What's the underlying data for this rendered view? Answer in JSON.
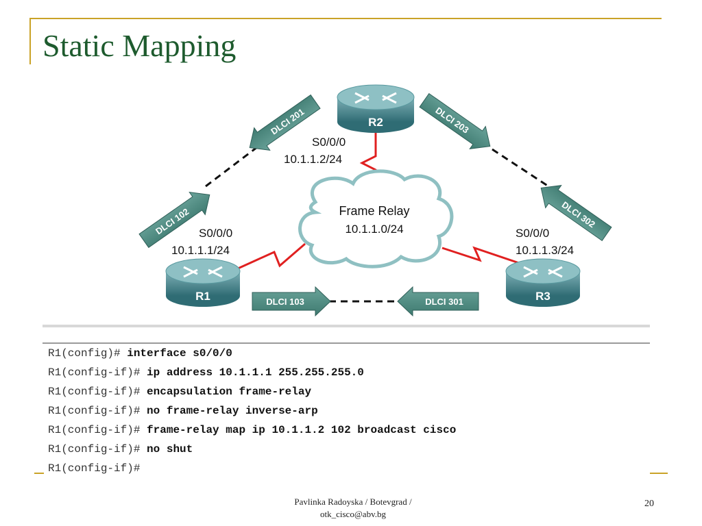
{
  "slide": {
    "title": "Static Mapping",
    "footer_line1": "Pavlinka Radoyska / Botevgrad /",
    "footer_line2": "otk_cisco@abv.bg",
    "page_number": "20"
  },
  "diagram": {
    "routers": {
      "r1": "R1",
      "r2": "R2",
      "r3": "R3"
    },
    "cloud": {
      "line1": "Frame Relay",
      "line2": "10.1.1.0/24"
    },
    "interfaces": {
      "r2_if": "S0/0/0",
      "r2_ip": "10.1.1.2/24",
      "r1_if": "S0/0/0",
      "r1_ip": "10.1.1.1/24",
      "r3_if": "S0/0/0",
      "r3_ip": "10.1.1.3/24"
    },
    "dlci": {
      "d201": "DLCI 201",
      "d102": "DLCI 102",
      "d203": "DLCI 203",
      "d302": "DLCI 302",
      "d103": "DLCI 103",
      "d301": "DLCI 301"
    },
    "colors": {
      "arrow": "#4f8a80",
      "serial": "#e02020",
      "cloud": "#7fb3b5",
      "router": "#3f7f86"
    }
  },
  "config": {
    "lines": [
      {
        "prompt": "R1(config)# ",
        "cmd": "interface s0/0/0"
      },
      {
        "prompt": "R1(config-if)# ",
        "cmd": "ip address 10.1.1.1 255.255.255.0"
      },
      {
        "prompt": "R1(config-if)# ",
        "cmd": "encapsulation frame-relay"
      },
      {
        "prompt": "R1(config-if)# ",
        "cmd": "no frame-relay inverse-arp"
      },
      {
        "prompt": "R1(config-if)# ",
        "cmd": "frame-relay map ip 10.1.1.2 102 broadcast cisco"
      },
      {
        "prompt": "R1(config-if)# ",
        "cmd": "no shut"
      },
      {
        "prompt": "R1(config-if)#",
        "cmd": ""
      }
    ]
  }
}
